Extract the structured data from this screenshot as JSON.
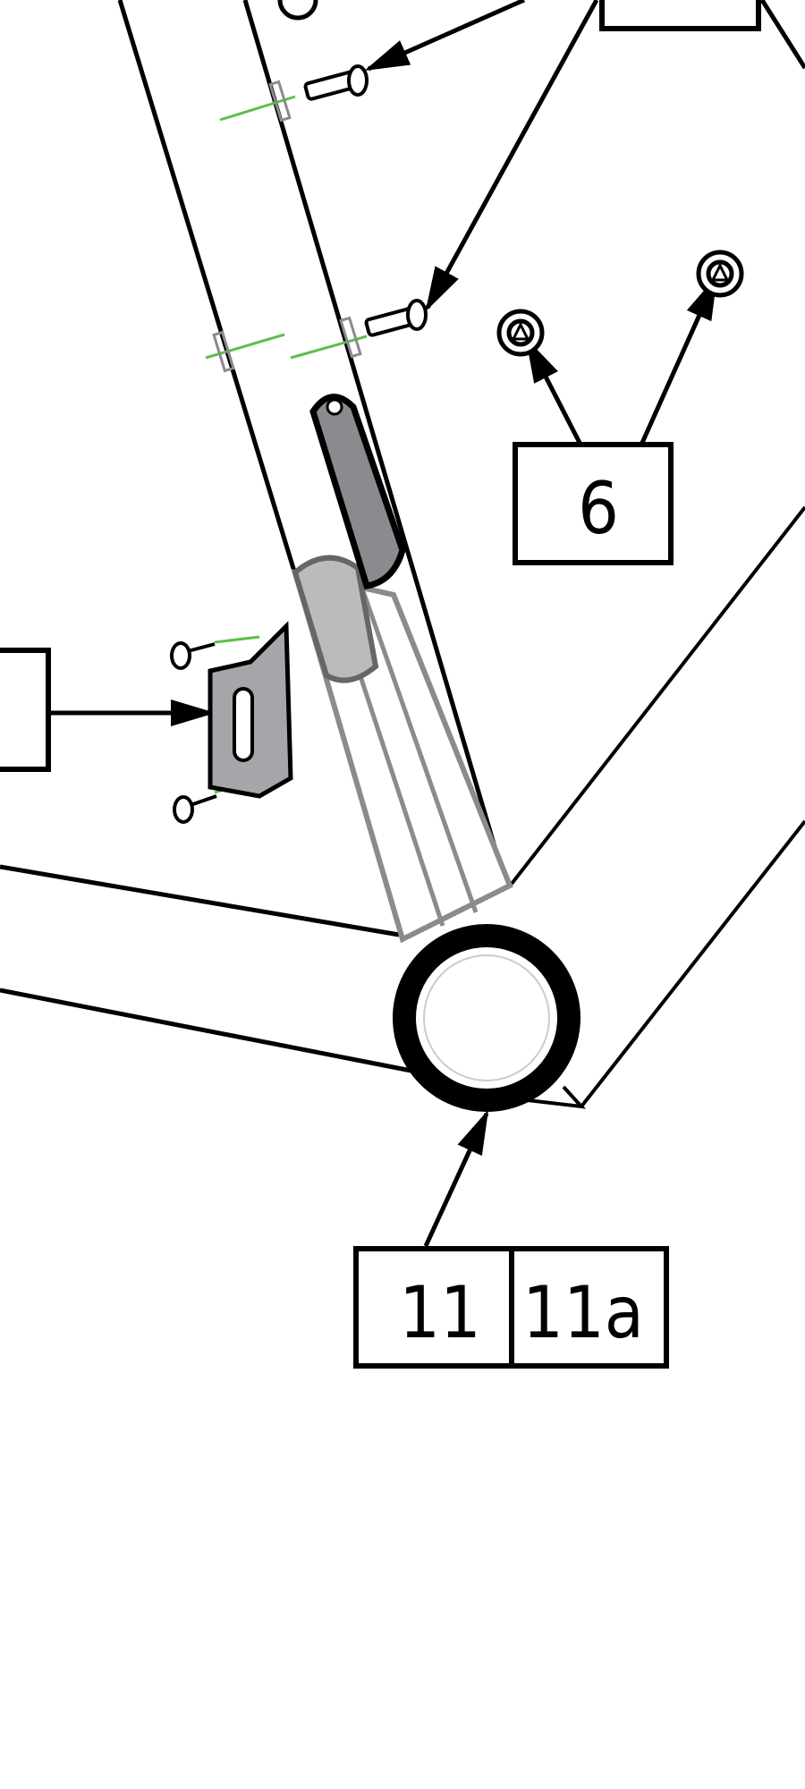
{
  "labels": {
    "callout_6": "6",
    "callout_11": "11",
    "callout_11a": "11a"
  },
  "colors": {
    "line": "#000000",
    "part_gray": "#8a8a8f",
    "guide_green": "#5cbf4a"
  }
}
